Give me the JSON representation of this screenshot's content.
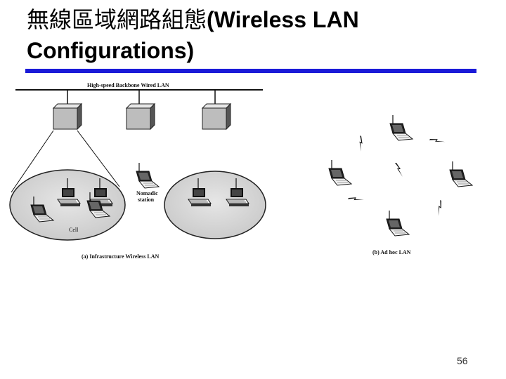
{
  "slide": {
    "title_cjk": "無線區域網路組態",
    "title_en": "(Wireless LAN Configurations)",
    "page_number": "56",
    "accent_color": "#1a1ad8"
  },
  "diagram": {
    "backbone_label": "High-speed Backbone Wired LAN",
    "nomadic_label_line1": "Nomadic",
    "nomadic_label_line2": "station",
    "cell_label": "Cell",
    "caption_a": "(a) Infrastructure Wireless LAN",
    "caption_b": "(b) Ad hoc LAN"
  }
}
